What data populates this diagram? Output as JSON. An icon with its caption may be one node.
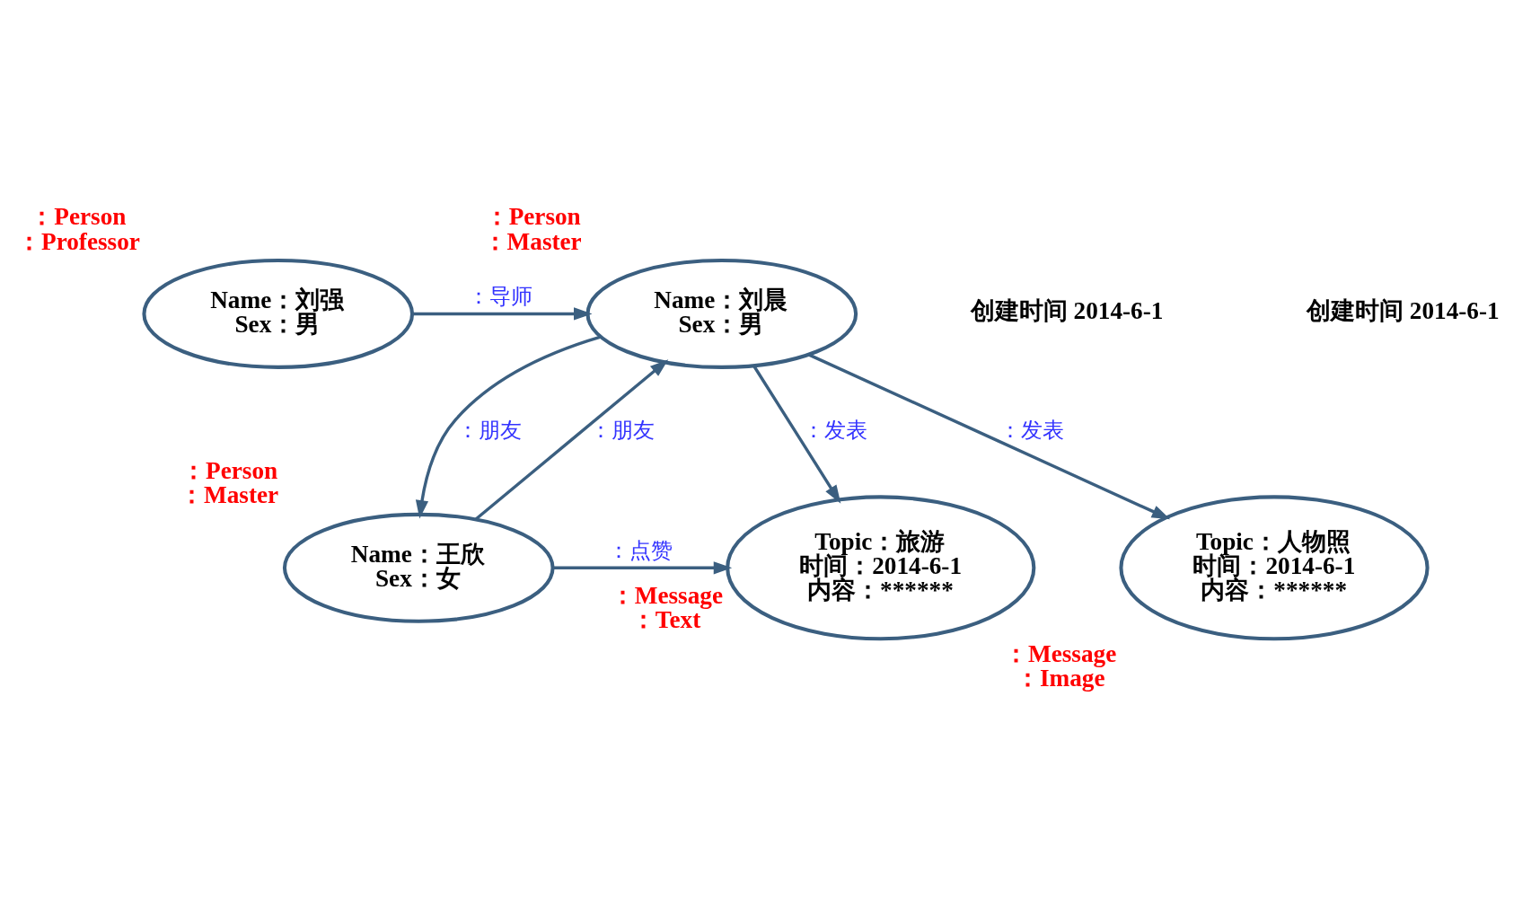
{
  "diagram": {
    "nodes": [
      {
        "text": [
          "Name：刘晨",
          "Sex：男"
        ],
        "beside": [
          "：Person",
          "：Master"
        ]
      },
      {
        "text": [
          "Name：刘强",
          "Sex：男"
        ],
        "beside": [
          "：Person",
          "：Professor"
        ]
      },
      {
        "text": [
          "Name：王欣",
          "Sex：女"
        ],
        "beside": [
          "：Person",
          "：Master"
        ]
      },
      {
        "text": [
          "Topic：旅游",
          "时间：2014-6-1",
          "内容：******"
        ],
        "beside": [
          "：Message",
          "：Text"
        ]
      },
      {
        "text": [
          "Topic：人物照",
          "时间：2014-6-1",
          "内容：******"
        ],
        "beside": [
          "：Message",
          "：Image"
        ]
      }
    ],
    "edges": [
      {
        "from": 1,
        "to": 0,
        "arrow": "to",
        "label": "：导师"
      },
      {
        "from": 0,
        "to": 4,
        "arrow": "to",
        "label": "：发表"
      },
      {
        "from": 0,
        "to": 2,
        "arrow": "to",
        "label": "：朋友"
      },
      {
        "from": 2,
        "to": 0,
        "arrow": "to",
        "label": "：朋友"
      },
      {
        "from": 0,
        "to": 3,
        "arrow": "to",
        "label": "：发表"
      },
      {
        "from": 2,
        "to": 3,
        "arrow": "to",
        "label": "：点赞"
      }
    ],
    "labels": [
      "创建时间 2014-6-1",
      "创建时间 2014-6-1"
    ]
  }
}
